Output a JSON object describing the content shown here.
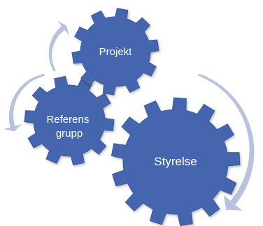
{
  "diagram": {
    "colors": {
      "gear_fill": "#4466ae",
      "gear_stroke": "#3b5a9c",
      "arrow": "#b7c2dc",
      "label": "#ffffff"
    },
    "gears": [
      {
        "id": "projekt",
        "lines": [
          "Projekt"
        ]
      },
      {
        "id": "referensgrupp",
        "lines": [
          "Referens",
          "grupp"
        ]
      },
      {
        "id": "styrelse",
        "lines": [
          "Styrelse"
        ]
      }
    ],
    "cycle_arrows": [
      {
        "id": "arrow-top-left",
        "direction": "clockwise"
      },
      {
        "id": "arrow-left",
        "direction": "counter-clockwise"
      },
      {
        "id": "arrow-right",
        "direction": "clockwise"
      }
    ]
  }
}
